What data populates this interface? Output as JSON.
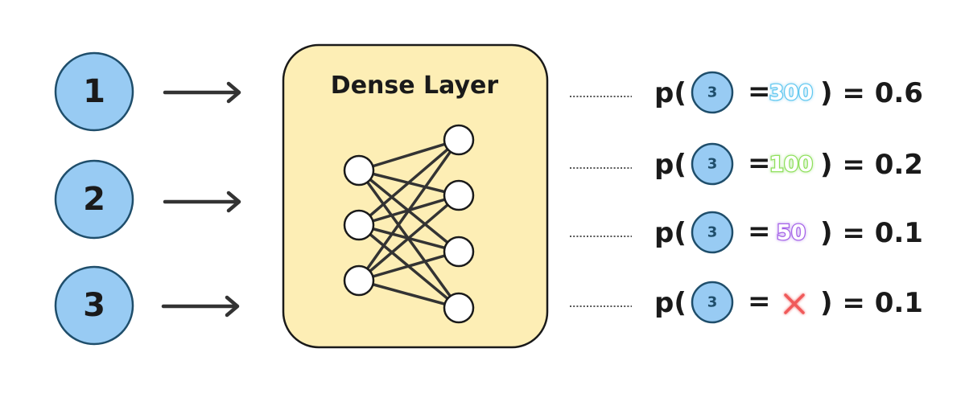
{
  "inputs": [
    {
      "label": "1"
    },
    {
      "label": "2"
    },
    {
      "label": "3"
    }
  ],
  "dense_layer": {
    "title": "Dense Layer",
    "layers": [
      3,
      4
    ]
  },
  "outputs": [
    {
      "prefix": "p(",
      "circle_label": "3",
      "equals": "=",
      "reward": "300",
      "reward_color": "#5ec8f0",
      "suffix": ") = 0.6"
    },
    {
      "prefix": "p(",
      "circle_label": "3",
      "equals": "=",
      "reward": "100",
      "reward_color": "#8fe05a",
      "suffix": ") = 0.2"
    },
    {
      "prefix": "p(",
      "circle_label": "3",
      "equals": "=",
      "reward": "50",
      "reward_color": "#a45ee8",
      "suffix": ") = 0.1"
    },
    {
      "prefix": "p(",
      "circle_label": "3",
      "equals": "=",
      "reward": "",
      "reward_icon": "x-icon",
      "reward_color": "#f05a5a",
      "suffix": ") = 0.1"
    }
  ]
}
